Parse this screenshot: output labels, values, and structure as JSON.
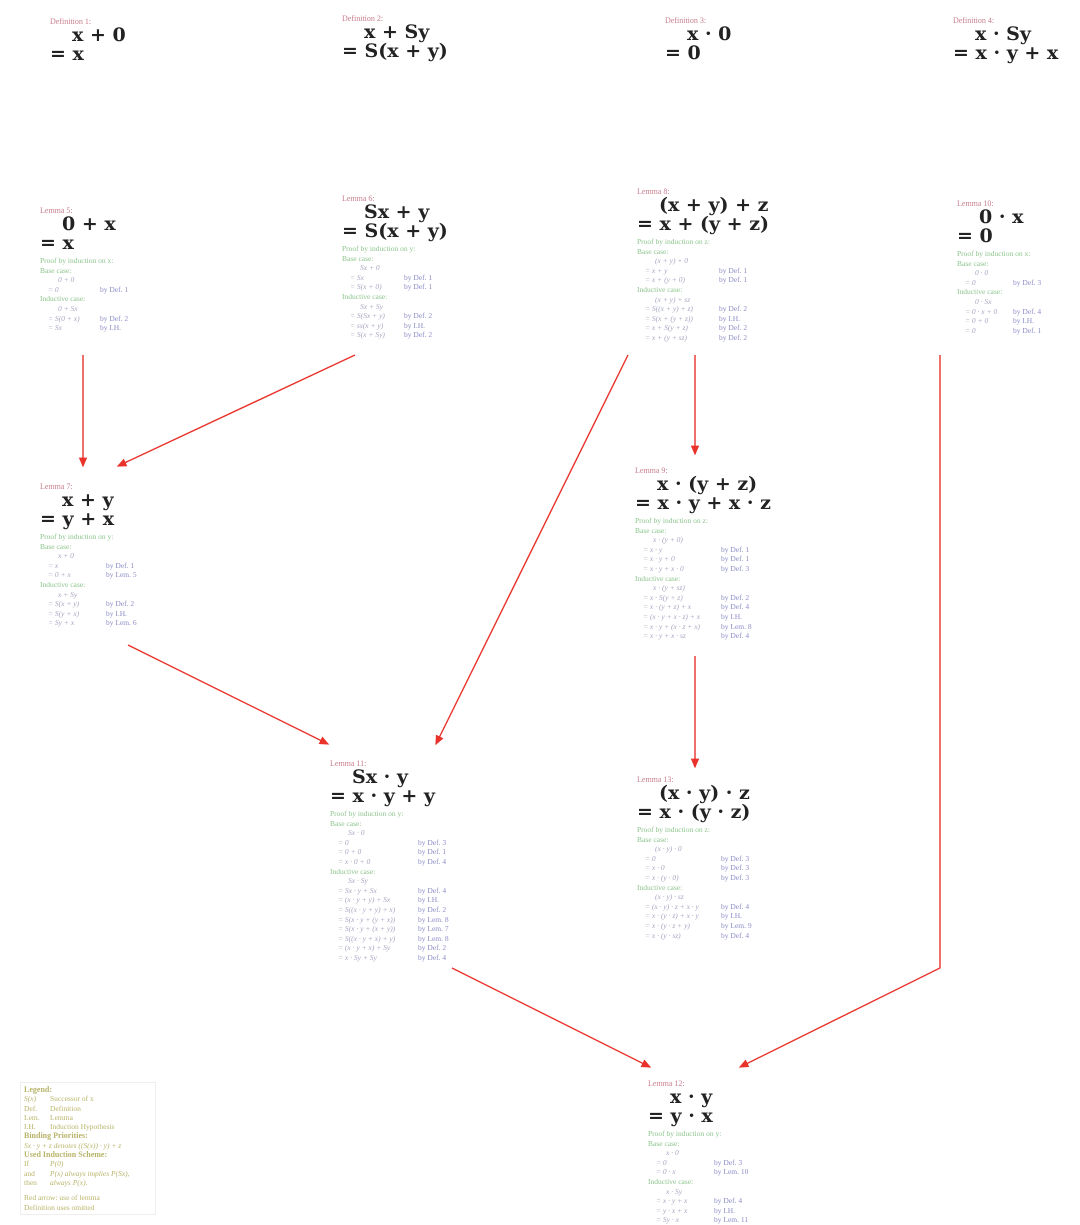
{
  "colors": {
    "arrow": "#e8322a",
    "label": "#c77f8e",
    "proof_header": "#8dc48d",
    "step": "#a6a6c2",
    "reason": "#8c8cc8",
    "legend": "#b8b46a"
  },
  "blocks": [
    {
      "id": "def1",
      "label": "Definition 1:",
      "lhs": "x + 0",
      "rhs": "= x"
    },
    {
      "id": "def2",
      "label": "Definition 2:",
      "lhs": "x + Sy",
      "rhs": "= S(x + y)"
    },
    {
      "id": "def3",
      "label": "Definition 3:",
      "lhs": "x · 0",
      "rhs": "= 0"
    },
    {
      "id": "def4",
      "label": "Definition 4:",
      "lhs": "x · Sy",
      "rhs": "= x · y + x"
    },
    {
      "id": "lem5",
      "label": "Lemma 5:",
      "lhs": "0 + x",
      "rhs": "= x",
      "proof": {
        "header": "Proof by induction on x:",
        "base_label": "Base case:",
        "base_start": "0 + 0",
        "base_steps": [
          [
            "= 0",
            "by Def. 1"
          ]
        ],
        "ind_label": "Inductive case:",
        "ind_start": "0 + Sx",
        "ind_steps": [
          [
            "= S(0 + x)",
            "by Def. 2"
          ],
          [
            "= Sx",
            "by I.H."
          ]
        ]
      }
    },
    {
      "id": "lem6",
      "label": "Lemma 6:",
      "lhs": "Sx + y",
      "rhs": "= S(x + y)",
      "proof": {
        "header": "Proof by induction on y:",
        "base_label": "Base case:",
        "base_start": "Sx + 0",
        "base_steps": [
          [
            "= Sx",
            "by Def. 1"
          ],
          [
            "= S(x + 0)",
            "by Def. 1"
          ]
        ],
        "ind_label": "Inductive case:",
        "ind_start": "Sx + Sy",
        "ind_steps": [
          [
            "= S(Sx + y)",
            "by Def. 2"
          ],
          [
            "= ss(x + y)",
            "by I.H."
          ],
          [
            "= S(x + Sy)",
            "by Def. 2"
          ]
        ]
      }
    },
    {
      "id": "lem8",
      "label": "Lemma 8:",
      "lhs": "(x + y) + z",
      "rhs": "= x + (y + z)",
      "proof": {
        "header": "Proof by induction on z:",
        "base_label": "Base case:",
        "base_start": "(x + y) + 0",
        "base_steps": [
          [
            "= x + y",
            "by Def. 1"
          ],
          [
            "= x + (y + 0)",
            "by Def. 1"
          ]
        ],
        "ind_label": "Inductive case:",
        "ind_start": "(x + y) + sz",
        "ind_steps": [
          [
            "= S((x + y) + z)",
            "by Def. 2"
          ],
          [
            "= S(x + (y + z))",
            "by I.H."
          ],
          [
            "= x + S(y + z)",
            "by Def. 2"
          ],
          [
            "= x + (y + sz)",
            "by Def. 2"
          ]
        ]
      }
    },
    {
      "id": "lem10",
      "label": "Lemma 10:",
      "lhs": "0 · x",
      "rhs": "= 0",
      "proof": {
        "header": "Proof by induction on x:",
        "base_label": "Base case:",
        "base_start": "0 · 0",
        "base_steps": [
          [
            "= 0",
            "by Def. 3"
          ]
        ],
        "ind_label": "Inductive case:",
        "ind_start": "0 · Sx",
        "ind_steps": [
          [
            "= 0 · x + 0",
            "by Def. 4"
          ],
          [
            "= 0 + 0",
            "by I.H."
          ],
          [
            "= 0",
            "by Def. 1"
          ]
        ]
      }
    },
    {
      "id": "lem7",
      "label": "Lemma 7:",
      "lhs": "x + y",
      "rhs": "= y + x",
      "proof": {
        "header": "Proof by induction on y:",
        "base_label": "Base case:",
        "base_start": "x + 0",
        "base_steps": [
          [
            "= x",
            "by Def. 1"
          ],
          [
            "= 0 + x",
            "by Lem. 5"
          ]
        ],
        "ind_label": "Inductive case:",
        "ind_start": "x + Sy",
        "ind_steps": [
          [
            "= S(x + y)",
            "by Def. 2"
          ],
          [
            "= S(y + x)",
            "by I.H."
          ],
          [
            "= Sy + x",
            "by Lem. 6"
          ]
        ]
      }
    },
    {
      "id": "lem9",
      "label": "Lemma 9:",
      "lhs": "x · (y + z)",
      "rhs": "= x · y + x · z",
      "proof": {
        "header": "Proof by induction on z:",
        "base_label": "Base case:",
        "base_start": "x · (y + 0)",
        "base_steps": [
          [
            "= x · y",
            "by Def. 1"
          ],
          [
            "= x · y + 0",
            "by Def. 1"
          ],
          [
            "= x · y + x · 0",
            "by Def. 3"
          ]
        ],
        "ind_label": "Inductive case:",
        "ind_start": "x · (y + sz)",
        "ind_steps": [
          [
            "= x · S(y + z)",
            "by Def. 2"
          ],
          [
            "= x · (y + z) + x",
            "by Def. 4"
          ],
          [
            "= (x · y + x · z) + x",
            "by I.H."
          ],
          [
            "= x · y + (x · z + x)",
            "by Lem. 8"
          ],
          [
            "= x · y + x · sz",
            "by Def. 4"
          ]
        ]
      }
    },
    {
      "id": "lem11",
      "label": "Lemma 11:",
      "lhs": "Sx · y",
      "rhs": "= x · y + y",
      "proof": {
        "header": "Proof by induction on y:",
        "base_label": "Base case:",
        "base_start": "Sx · 0",
        "base_steps": [
          [
            "= 0",
            "by Def. 3"
          ],
          [
            "= 0 + 0",
            "by Def. 1"
          ],
          [
            "= x · 0 + 0",
            "by Def. 4"
          ]
        ],
        "ind_label": "Inductive case:",
        "ind_start": "Sx · Sy",
        "ind_steps": [
          [
            "= Sx · y + Sx",
            "by Def. 4"
          ],
          [
            "= (x · y + y) + Sx",
            "by I.H."
          ],
          [
            "= S((x · y + y) + x)",
            "by Def. 2"
          ],
          [
            "= S(x · y + (y + x))",
            "by Lem. 8"
          ],
          [
            "= S(x · y + (x + y))",
            "by Lem. 7"
          ],
          [
            "= S((x · y + x) + y)",
            "by Lem. 8"
          ],
          [
            "= (x · y + x) + Sy",
            "by Def. 2"
          ],
          [
            "= x · Sy + Sy",
            "by Def. 4"
          ]
        ]
      }
    },
    {
      "id": "lem13",
      "label": "Lemma 13:",
      "lhs": "(x · y) · z",
      "rhs": "= x · (y · z)",
      "proof": {
        "header": "Proof by induction on z:",
        "base_label": "Base case:",
        "base_start": "(x · y) · 0",
        "base_steps": [
          [
            "= 0",
            "by Def. 3"
          ],
          [
            "= x · 0",
            "by Def. 3"
          ],
          [
            "= x · (y · 0)",
            "by Def. 3"
          ]
        ],
        "ind_label": "Inductive case:",
        "ind_start": "(x · y) · sz",
        "ind_steps": [
          [
            "= (x · y) · z + x · y",
            "by Def. 4"
          ],
          [
            "= x · (y · z) + x · y",
            "by I.H."
          ],
          [
            "= x · (y · z + y)",
            "by Lem. 9"
          ],
          [
            "= x · (y · sz)",
            "by Def. 4"
          ]
        ]
      }
    },
    {
      "id": "lem12",
      "label": "Lemma 12:",
      "lhs": "x · y",
      "rhs": "= y · x",
      "proof": {
        "header": "Proof by induction on y:",
        "base_label": "Base case:",
        "base_start": "x · 0",
        "base_steps": [
          [
            "= 0",
            "by Def. 3"
          ],
          [
            "= 0 · x",
            "by Lem. 10"
          ]
        ],
        "ind_label": "Inductive case:",
        "ind_start": "x · Sy",
        "ind_steps": [
          [
            "= x · y + x",
            "by Def. 4"
          ],
          [
            "= y · x + x",
            "by I.H."
          ],
          [
            "= Sy · x",
            "by Lem. 11"
          ]
        ]
      }
    }
  ],
  "legend": {
    "title": "Legend:",
    "entries": [
      [
        "S(x)",
        "Successor of x"
      ],
      [
        "Def.",
        "Definition"
      ],
      [
        "Lem.",
        "Lemma"
      ],
      [
        "I.H.",
        "Induction Hypothesis"
      ]
    ],
    "binding_title": "Binding Priorities:",
    "binding_text": "Sx · y + z denotes ((S(x)) · y) + z",
    "scheme_title": "Used Induction Scheme:",
    "scheme": [
      [
        "If",
        "P(0)"
      ],
      [
        "and",
        "P(x) always implies P(Sx),"
      ],
      [
        "then",
        "always P(x)."
      ]
    ],
    "note1": "Red arrow: use of lemma",
    "note2": "Definition uses omitted"
  }
}
